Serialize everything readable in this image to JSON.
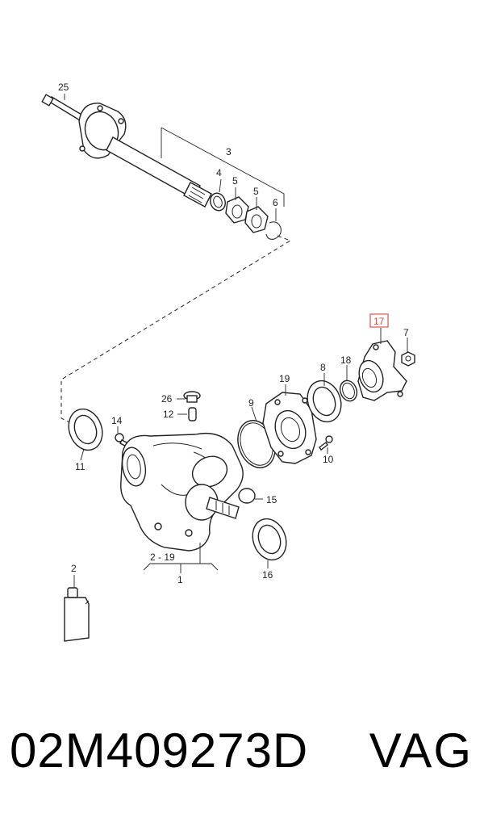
{
  "diagram": {
    "callouts": {
      "c25": "25",
      "c3": "3",
      "c4": "4",
      "c5a": "5",
      "c5b": "5",
      "c6": "6",
      "c17": "17",
      "c7": "7",
      "c8": "8",
      "c18": "18",
      "c19": "19",
      "c26": "26",
      "c12": "12",
      "c9": "9",
      "c14": "14",
      "c11": "11",
      "c10": "10",
      "c15": "15",
      "c16": "16",
      "c2_19": "2 - 19",
      "c1": "1",
      "c2": "2"
    },
    "highlighted_callout": "17",
    "highlight_color": "#d9534f"
  },
  "footer": {
    "part_number": "02M409273D",
    "brand": "VAG"
  }
}
